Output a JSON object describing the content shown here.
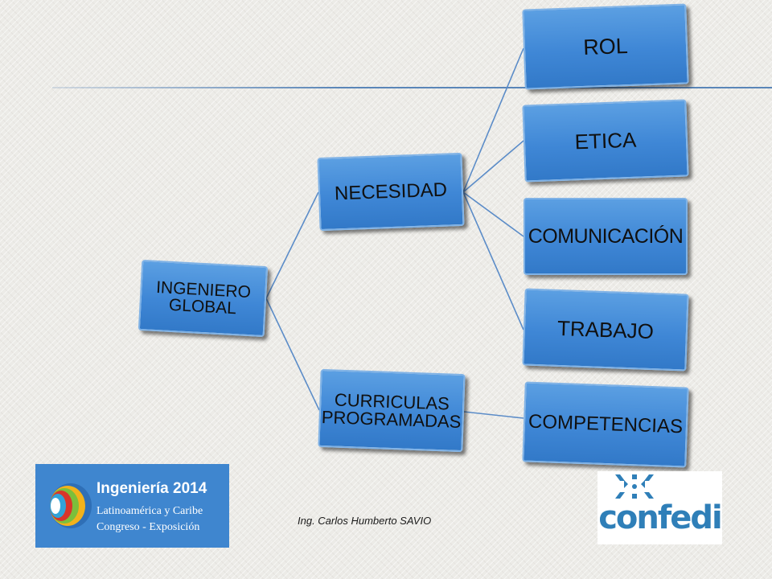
{
  "diagram": {
    "root": {
      "label": "INGENIERO\nGLOBAL"
    },
    "level1": [
      {
        "id": "necesidad",
        "label": "NECESIDAD"
      },
      {
        "id": "curriculas",
        "label": "CURRICULAS\nPROGRAMADAS"
      }
    ],
    "level2": [
      {
        "id": "rol",
        "label": "ROL",
        "parent": "necesidad"
      },
      {
        "id": "etica",
        "label": "ETICA",
        "parent": "necesidad"
      },
      {
        "id": "comunicacion",
        "label": "COMUNICACIÓN",
        "parent": "necesidad"
      },
      {
        "id": "trabajo",
        "label": "TRABAJO",
        "parent": "necesidad"
      },
      {
        "id": "competencias",
        "label": "COMPETENCIAS",
        "parent": "curriculas"
      }
    ],
    "colors": {
      "node_fill": "#4a90dc",
      "node_border": "#7fb2e6",
      "connector": "#5b8cc8"
    }
  },
  "footer": {
    "author": "Ing. Carlos Humberto SAVIO",
    "left_logo": {
      "title": "Ingeniería 2014",
      "line1": "Latinoamérica y Caribe",
      "line2": "Congreso - Exposición",
      "color": "#3f86cf"
    },
    "right_logo": {
      "text": "confedi",
      "color": "#2f7fb8"
    }
  }
}
